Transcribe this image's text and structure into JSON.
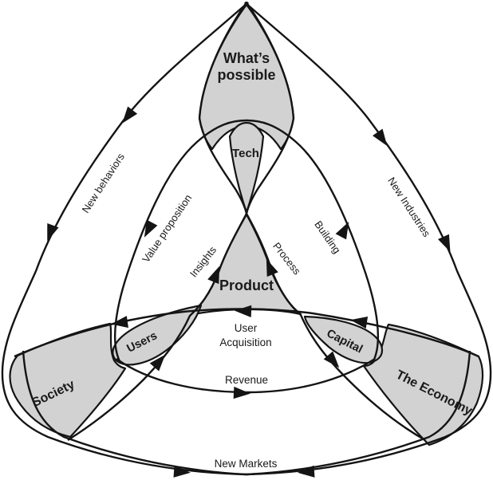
{
  "diagram": {
    "type": "cycle-diagram",
    "regions": {
      "whats_possible_line1": "What’s",
      "whats_possible_line2": "possible",
      "tech": "Tech",
      "product": "Product",
      "users": "Users",
      "capital": "Capital",
      "society": "Society",
      "economy": "The Economy"
    },
    "flows": {
      "new_behaviors": "New behaviors",
      "new_industries": "New Industries",
      "new_markets": "New Markets",
      "value_proposition": "Value proposition",
      "insights": "Insights",
      "process": "Process",
      "building": "Building",
      "user_acquisition_line1": "User",
      "user_acquisition_line2": "Acquisition",
      "revenue": "Revenue"
    },
    "colors": {
      "region-fill": "#d2d2d2",
      "stroke": "#141414",
      "text": "#1a1a1a",
      "background": "#ffffff"
    }
  }
}
